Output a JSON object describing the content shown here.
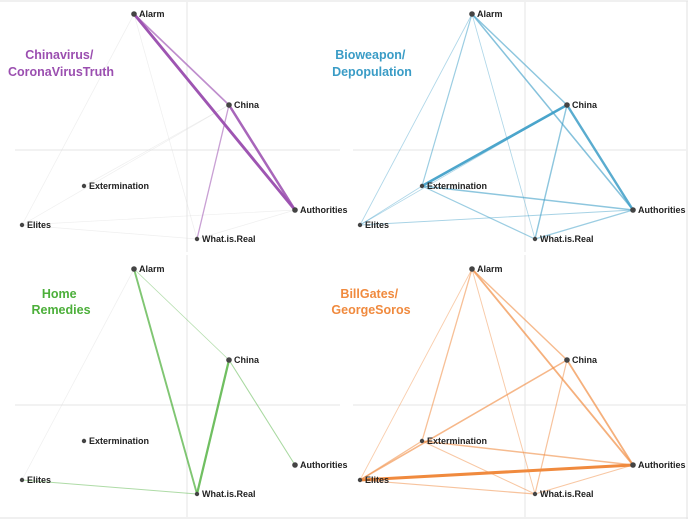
{
  "nodes": {
    "alarm": "Alarm",
    "china": "China",
    "extermination": "Extermination",
    "elites": "Elites",
    "authorities": "Authorities",
    "what_is_real": "What.is.Real"
  },
  "panels": [
    {
      "id": "chinavirus",
      "title_lines": [
        "Chinavirus/",
        "CoronaVirusTruth"
      ],
      "color": "#9b4fb0",
      "edges": [
        {
          "from": "alarm",
          "to": "authorities",
          "weight": 0.95
        },
        {
          "from": "china",
          "to": "authorities",
          "weight": 0.8
        },
        {
          "from": "alarm",
          "to": "china",
          "weight": 0.45
        },
        {
          "from": "china",
          "to": "what_is_real",
          "weight": 0.3
        },
        {
          "from": "alarm",
          "to": "elites",
          "weight": 0.05
        },
        {
          "from": "alarm",
          "to": "what_is_real",
          "weight": 0.05
        },
        {
          "from": "china",
          "to": "elites",
          "weight": 0.05
        },
        {
          "from": "china",
          "to": "extermination",
          "weight": 0.05
        },
        {
          "from": "elites",
          "to": "what_is_real",
          "weight": 0.05
        },
        {
          "from": "elites",
          "to": "authorities",
          "weight": 0.05
        },
        {
          "from": "what_is_real",
          "to": "authorities",
          "weight": 0.05
        }
      ]
    },
    {
      "id": "bioweapon",
      "title_lines": [
        "Bioweapon/",
        "Depopulation"
      ],
      "color": "#3a9cc6",
      "edges": [
        {
          "from": "china",
          "to": "extermination",
          "weight": 0.85
        },
        {
          "from": "china",
          "to": "authorities",
          "weight": 0.75
        },
        {
          "from": "alarm",
          "to": "authorities",
          "weight": 0.4
        },
        {
          "from": "alarm",
          "to": "china",
          "weight": 0.35
        },
        {
          "from": "extermination",
          "to": "authorities",
          "weight": 0.35
        },
        {
          "from": "china",
          "to": "what_is_real",
          "weight": 0.35
        },
        {
          "from": "alarm",
          "to": "extermination",
          "weight": 0.25
        },
        {
          "from": "extermination",
          "to": "what_is_real",
          "weight": 0.25
        },
        {
          "from": "what_is_real",
          "to": "authorities",
          "weight": 0.25
        },
        {
          "from": "elites",
          "to": "authorities",
          "weight": 0.15
        },
        {
          "from": "alarm",
          "to": "elites",
          "weight": 0.1
        },
        {
          "from": "alarm",
          "to": "what_is_real",
          "weight": 0.1
        },
        {
          "from": "elites",
          "to": "extermination",
          "weight": 0.1
        },
        {
          "from": "elites",
          "to": "china",
          "weight": 0.08
        }
      ]
    },
    {
      "id": "home_remedies",
      "title_lines": [
        "Home",
        "Remedies"
      ],
      "color": "#4caf3a",
      "edges": [
        {
          "from": "china",
          "to": "what_is_real",
          "weight": 0.7
        },
        {
          "from": "alarm",
          "to": "what_is_real",
          "weight": 0.55
        },
        {
          "from": "china",
          "to": "authorities",
          "weight": 0.2
        },
        {
          "from": "elites",
          "to": "what_is_real",
          "weight": 0.15
        },
        {
          "from": "alarm",
          "to": "china",
          "weight": 0.1
        },
        {
          "from": "alarm",
          "to": "elites",
          "weight": 0.05
        }
      ]
    },
    {
      "id": "billgates",
      "title_lines": [
        "BillGates/",
        "GeorgeSoros"
      ],
      "color": "#f08a3e",
      "edges": [
        {
          "from": "elites",
          "to": "authorities",
          "weight": 1.0
        },
        {
          "from": "alarm",
          "to": "authorities",
          "weight": 0.5
        },
        {
          "from": "china",
          "to": "authorities",
          "weight": 0.5
        },
        {
          "from": "china",
          "to": "elites",
          "weight": 0.4
        },
        {
          "from": "alarm",
          "to": "china",
          "weight": 0.35
        },
        {
          "from": "extermination",
          "to": "authorities",
          "weight": 0.35
        },
        {
          "from": "alarm",
          "to": "extermination",
          "weight": 0.3
        },
        {
          "from": "elites",
          "to": "extermination",
          "weight": 0.3
        },
        {
          "from": "china",
          "to": "what_is_real",
          "weight": 0.25
        },
        {
          "from": "elites",
          "to": "what_is_real",
          "weight": 0.25
        },
        {
          "from": "extermination",
          "to": "what_is_real",
          "weight": 0.2
        },
        {
          "from": "what_is_real",
          "to": "authorities",
          "weight": 0.2
        },
        {
          "from": "alarm",
          "to": "what_is_real",
          "weight": 0.15
        },
        {
          "from": "alarm",
          "to": "elites",
          "weight": 0.12
        }
      ]
    }
  ]
}
